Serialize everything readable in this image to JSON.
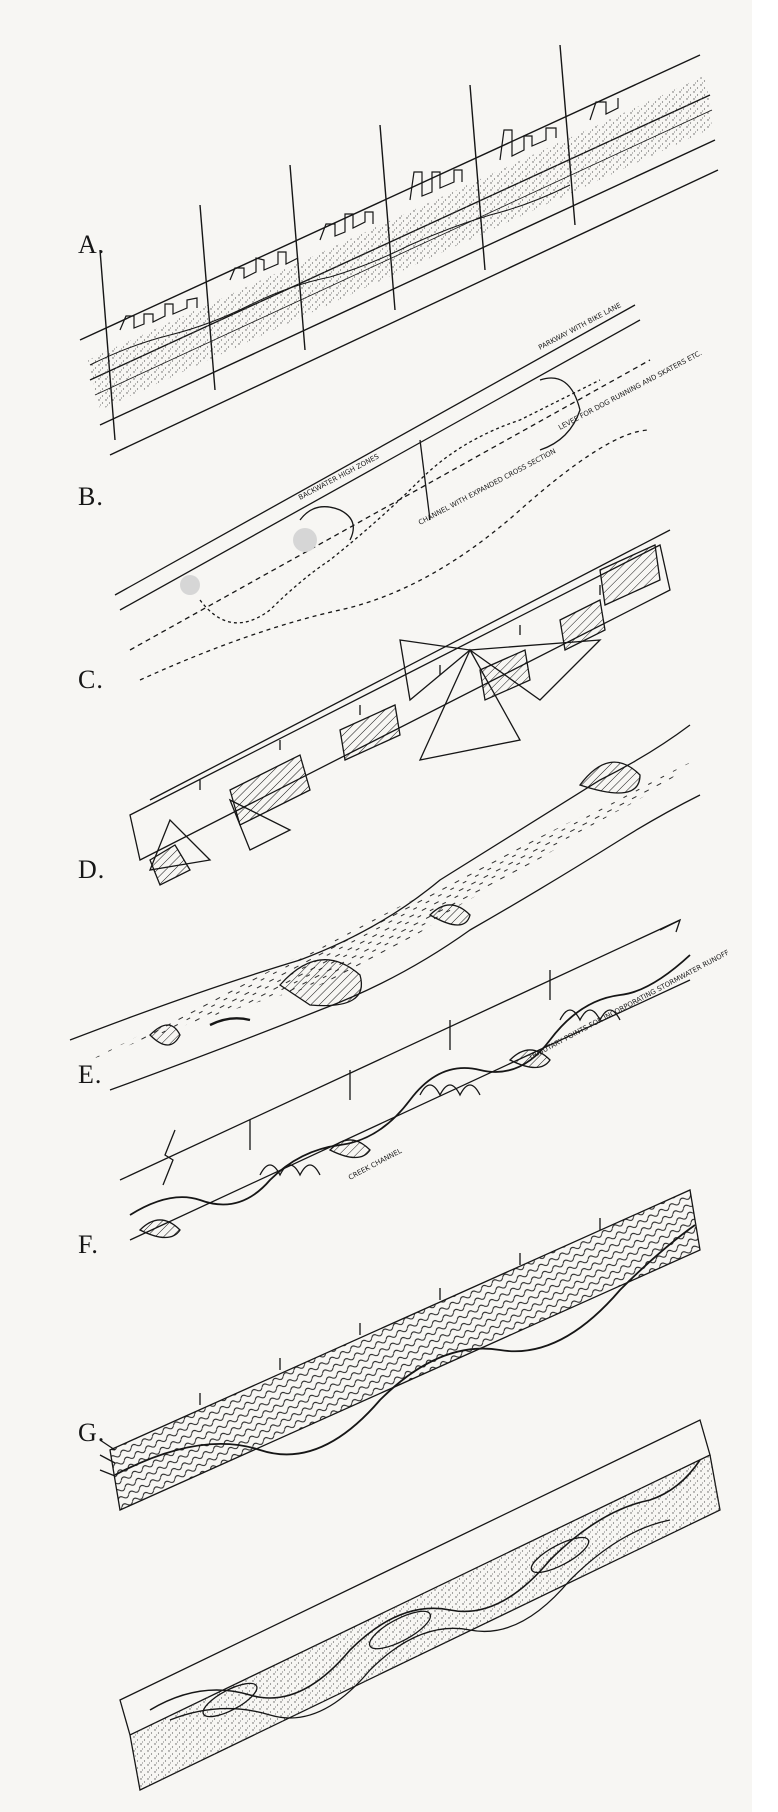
{
  "panels": [
    {
      "id": "A",
      "label": "A."
    },
    {
      "id": "B",
      "label": "B."
    },
    {
      "id": "C",
      "label": "C."
    },
    {
      "id": "D",
      "label": "D."
    },
    {
      "id": "E",
      "label": "E."
    },
    {
      "id": "F",
      "label": "F."
    },
    {
      "id": "G",
      "label": "G."
    }
  ],
  "annotations": {
    "b1": "PARKWAY WITH BIKE LANE",
    "b2": "BACKWATER HIGH ZONES",
    "b3": "CHANNEL WITH EXPANDED CROSS SECTION",
    "b4": "LEVEE FOR DOG RUNNING AND SKATERS ETC.",
    "e1": "TRIBUTARY POINTS FOR INCORPORATING STORMWATER RUNOFF",
    "e2": "CREEK CHANNEL"
  },
  "colors": {
    "ink": "#161616",
    "paper": "#f7f6f3",
    "stipple": "#5a5a5a"
  }
}
